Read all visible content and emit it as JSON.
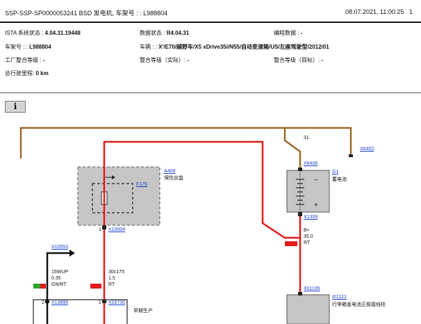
{
  "header": {
    "title": "SSP-SSP-SP0000053241 BSD 发电机, 车架号 : : L988804",
    "datetime": "08.07.2021, 11:00:25",
    "page": "1"
  },
  "meta": {
    "istaLabel": "ISTA 系统状态 :",
    "istaValue": "4.04.31.19448",
    "dataLabel": "数据状态 :",
    "dataValue": "R4.04.31",
    "progLabel": "编程数据 :",
    "progValue": "-",
    "vinLabel": "车架号 : :",
    "vinValue": "L988804",
    "vehLabel": "车辆 : :",
    "vehValue": "X'/E70/越野车/X5 xDrive35i/N55/自动变速箱/US/左座驾驶型/2012/01",
    "factLabel": "工厂整合等级 :",
    "factValue": "-",
    "intActLabel": "整合等级（实际）:",
    "intActValue": "-",
    "intTgtLabel": "整合等级（目标）:",
    "intTgtValue": "-",
    "mileLabel": "总行驶里程:",
    "mileValue": "0 km"
  },
  "infoButton": "i",
  "diagram": {
    "wire31": "31",
    "x6402": "X6402",
    "x6406": "X6406",
    "g1": "G1",
    "g1Name": "蓄电池",
    "x1309": "X1309",
    "a408": "A408",
    "a408Name": "保险丝盒",
    "f175": "F175",
    "x10004": "X10004",
    "pin1a": "1",
    "bPlus": "B+",
    "bSize": "35.0",
    "bColor": "RT",
    "x10553": "X10553",
    "w1a": "15WUP",
    "w1b": "0.35",
    "w1c": "GN/RT",
    "w2a": "30c175",
    "w2b": "1.5",
    "w2c": "RT",
    "pin2": "2",
    "x13895": "X13895",
    "pin1b": "1",
    "x16730": "X16730",
    "early": "早期生产",
    "x01195": "X01195",
    "i01121": "I01121",
    "i01121Name": "行李箱盖电池正极接线柱"
  }
}
